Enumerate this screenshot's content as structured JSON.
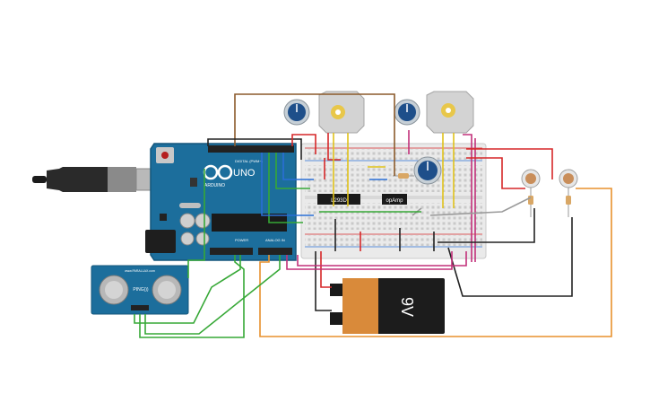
{
  "arduino": {
    "brand": "ARDUINO",
    "model": "UNO",
    "digital_label": "DIGITAL (PWM~)",
    "power_label": "POWER",
    "analog_label": "ANALOG IN",
    "board_color": "#1c6e9c"
  },
  "chips": {
    "driver_label": "L293D",
    "opamp_label": "opAmp"
  },
  "battery": {
    "voltage_label": "9V",
    "accent_color": "#d98a3a"
  },
  "sensor": {
    "model_label": "PING)))",
    "site_label": "www.PARALLAX.com"
  },
  "wire_colors": {
    "red": "#d62728",
    "black": "#222222",
    "green": "#36a836",
    "orange": "#e8912d",
    "yellow": "#e0c21a",
    "brown": "#8b5a2b",
    "magenta": "#c2307a",
    "blue": "#2a6fd6",
    "gray": "#9a9a9a"
  }
}
